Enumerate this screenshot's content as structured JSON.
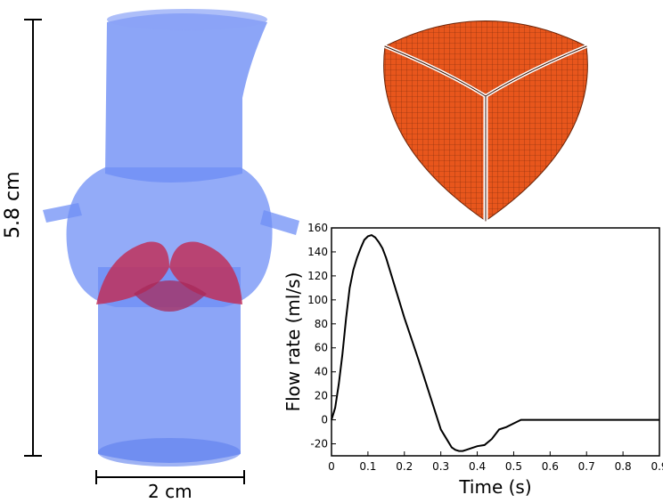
{
  "dimensions": {
    "height_label": "5.8 cm",
    "width_label": "2 cm"
  },
  "colors": {
    "vessel": "#6f8ff5",
    "leaflets": "#c0305a",
    "mesh": "#e8561c",
    "curve": "#000000"
  },
  "chart_data": {
    "type": "line",
    "xlabel": "Time (s)",
    "ylabel": "Flow rate (ml/s)",
    "xlim": [
      0,
      0.9
    ],
    "ylim": [
      -30,
      160
    ],
    "xticks": [
      0,
      0.1,
      0.2,
      0.3,
      0.4,
      0.5,
      0.6,
      0.7,
      0.8,
      0.9
    ],
    "xtick_labels": [
      "0",
      "0.1",
      "0.2",
      "0.3",
      "0.4",
      "0.5",
      "0.6",
      "0.7",
      "0.8",
      "0.9"
    ],
    "yticks": [
      -20,
      0,
      20,
      40,
      60,
      80,
      100,
      120,
      140,
      160
    ],
    "ytick_labels": [
      "-20",
      "0",
      "20",
      "40",
      "60",
      "80",
      "100",
      "120",
      "140",
      "160"
    ],
    "grid": false,
    "series": [
      {
        "x": [
          0,
          0.01,
          0.02,
          0.03,
          0.04,
          0.05,
          0.06,
          0.07,
          0.08,
          0.09,
          0.1,
          0.11,
          0.12,
          0.13,
          0.14,
          0.15,
          0.16,
          0.18,
          0.2,
          0.22,
          0.24,
          0.26,
          0.28,
          0.3,
          0.32,
          0.33,
          0.34,
          0.35,
          0.36,
          0.37,
          0.38,
          0.39,
          0.4,
          0.42,
          0.44,
          0.46,
          0.48,
          0.5,
          0.52,
          0.6,
          0.7,
          0.8,
          0.9
        ],
        "y": [
          0,
          10,
          30,
          55,
          85,
          110,
          125,
          135,
          143,
          150,
          153,
          154,
          152,
          148,
          143,
          135,
          125,
          105,
          85,
          67,
          49,
          30,
          11,
          -8,
          -18,
          -23,
          -25,
          -26,
          -26,
          -25,
          -24,
          -23,
          -22,
          -21,
          -16,
          -8,
          -6,
          -3,
          0,
          0,
          0,
          0,
          0
        ]
      }
    ]
  }
}
